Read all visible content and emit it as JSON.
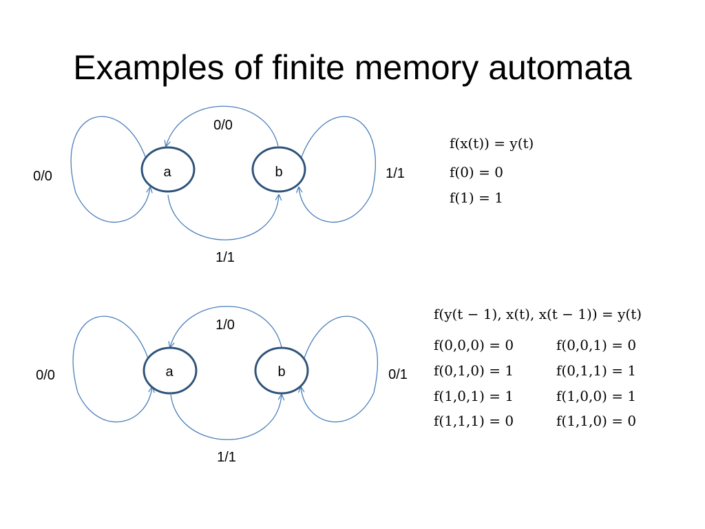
{
  "title": "Examples of finite memory automata",
  "colors": {
    "node_stroke": "#2e5279",
    "edge_stroke": "#4a7ebb",
    "text": "#000000"
  },
  "diagrams": [
    {
      "states": [
        "a",
        "b"
      ],
      "transitions": [
        {
          "from": "a",
          "to": "a",
          "label": "0/0"
        },
        {
          "from": "b",
          "to": "a",
          "label": "0/0"
        },
        {
          "from": "a",
          "to": "b",
          "label": "1/1"
        },
        {
          "from": "b",
          "to": "b",
          "label": "1/1"
        }
      ],
      "formulas": [
        "f(x(t)) = y(t)",
        "f(0) = 0",
        "f(1) = 1"
      ]
    },
    {
      "states": [
        "a",
        "b"
      ],
      "transitions": [
        {
          "from": "a",
          "to": "a",
          "label": "0/0"
        },
        {
          "from": "b",
          "to": "a",
          "label": "1/0"
        },
        {
          "from": "a",
          "to": "b",
          "label": "1/1"
        },
        {
          "from": "b",
          "to": "b",
          "label": "0/1"
        }
      ],
      "formulas": [
        "f(y(t − 1), x(t), x(t − 1)) = y(t)",
        "f(0,0,0) = 0",
        "f(0,0,1) = 0",
        "f(0,1,0) = 1",
        "f(0,1,1) = 1",
        "f(1,0,1) = 1",
        "f(1,0,0) = 1",
        "f(1,1,1) = 0",
        "f(1,1,0) = 0"
      ]
    }
  ]
}
